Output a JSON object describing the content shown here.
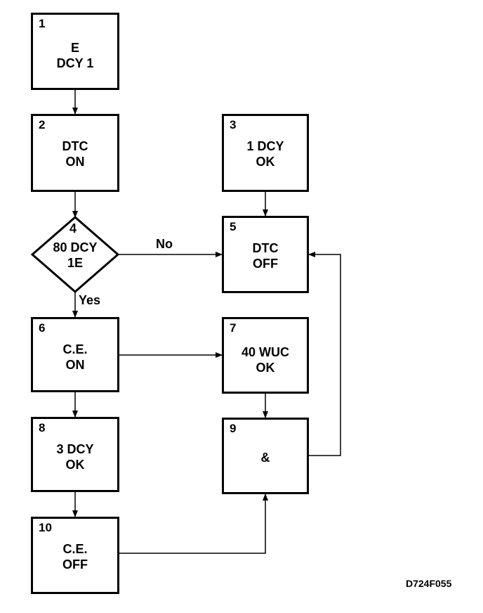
{
  "nodes": [
    {
      "id": "1",
      "lines": [
        "E",
        "DCY 1"
      ]
    },
    {
      "id": "2",
      "lines": [
        "DTC",
        "ON"
      ]
    },
    {
      "id": "3",
      "lines": [
        "1 DCY",
        "OK"
      ]
    },
    {
      "id": "4",
      "lines": [
        "80 DCY",
        "1E"
      ]
    },
    {
      "id": "5",
      "lines": [
        "DTC",
        "OFF"
      ]
    },
    {
      "id": "6",
      "lines": [
        "C.E.",
        "ON"
      ]
    },
    {
      "id": "7",
      "lines": [
        "40 WUC",
        "OK"
      ]
    },
    {
      "id": "8",
      "lines": [
        "3 DCY",
        "OK"
      ]
    },
    {
      "id": "9",
      "lines": [
        "&"
      ]
    },
    {
      "id": "10",
      "lines": [
        "C.E.",
        "OFF"
      ]
    }
  ],
  "edges": [
    {
      "from": "1",
      "to": "2",
      "label": ""
    },
    {
      "from": "2",
      "to": "4",
      "label": ""
    },
    {
      "from": "4",
      "to": "5",
      "label": "No"
    },
    {
      "from": "4",
      "to": "6",
      "label": "Yes"
    },
    {
      "from": "3",
      "to": "5",
      "label": ""
    },
    {
      "from": "6",
      "to": "7",
      "label": ""
    },
    {
      "from": "6",
      "to": "8",
      "label": ""
    },
    {
      "from": "7",
      "to": "9",
      "label": ""
    },
    {
      "from": "8",
      "to": "10",
      "label": ""
    },
    {
      "from": "10",
      "to": "9",
      "label": ""
    },
    {
      "from": "9",
      "to": "5",
      "label": ""
    }
  ],
  "figure_id": "D724F055"
}
